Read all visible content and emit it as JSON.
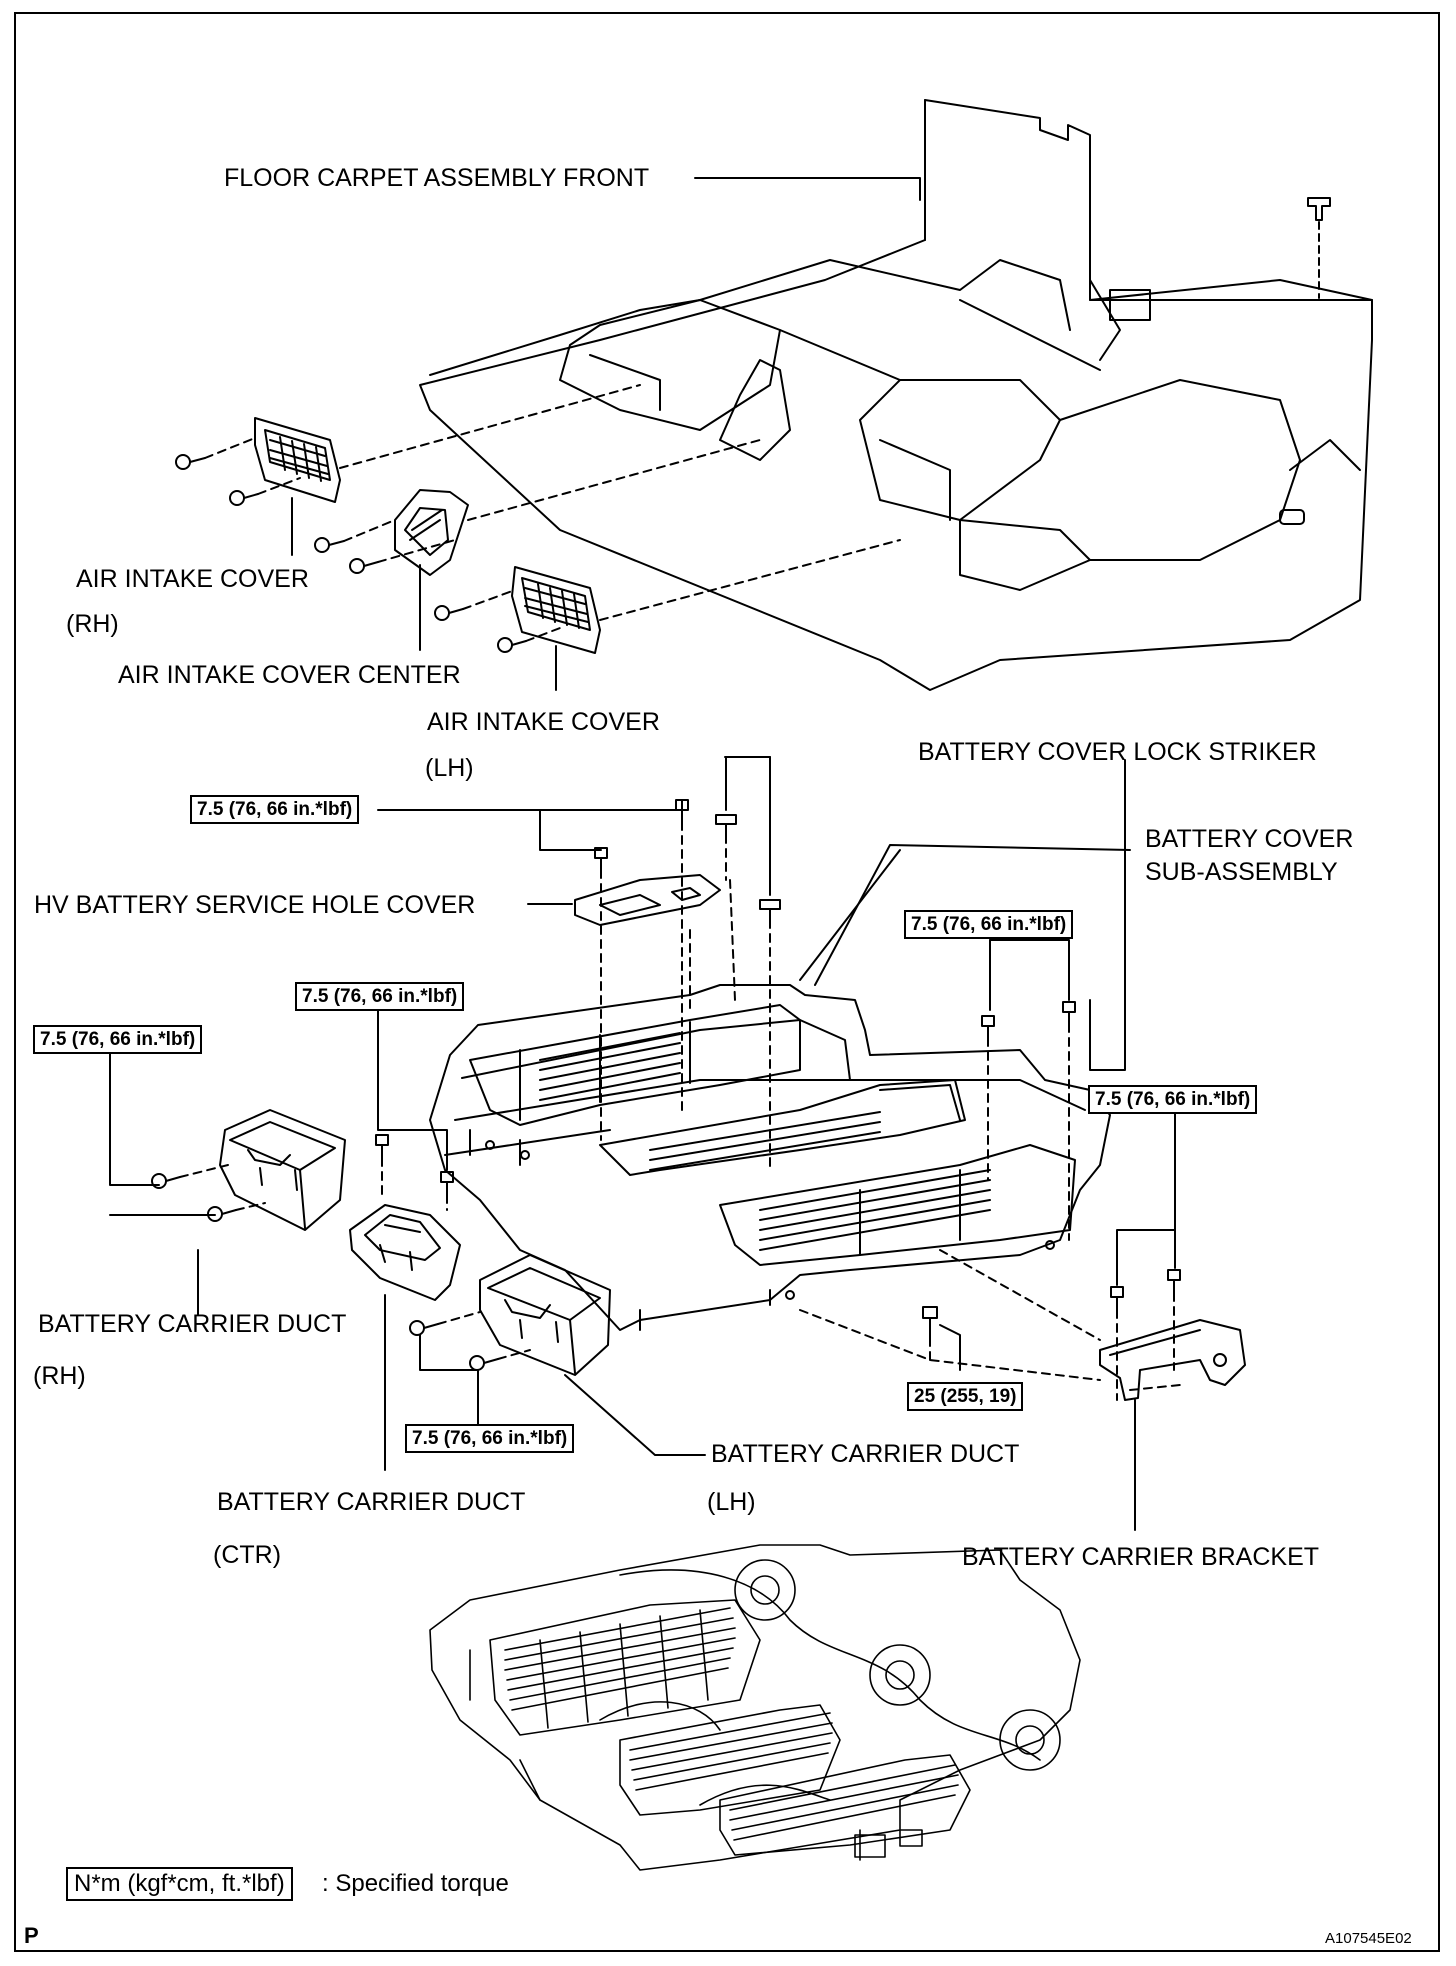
{
  "labels": {
    "floor_carpet": "FLOOR CARPET ASSEMBLY FRONT",
    "air_intake_rh_1": "AIR INTAKE COVER",
    "air_intake_rh_2": "(RH)",
    "air_intake_center": "AIR INTAKE COVER CENTER",
    "air_intake_lh_1": "AIR INTAKE COVER",
    "air_intake_lh_2": "(LH)",
    "lock_striker": "BATTERY COVER LOCK STRIKER",
    "battery_cover_1": "BATTERY COVER",
    "battery_cover_2": "SUB-ASSEMBLY",
    "service_hole_cover": "HV BATTERY SERVICE HOLE COVER",
    "duct_rh_1": "BATTERY CARRIER DUCT",
    "duct_rh_2": "(RH)",
    "duct_ctr_1": "BATTERY CARRIER DUCT",
    "duct_ctr_2": "(CTR)",
    "duct_lh_1": "BATTERY CARRIER DUCT",
    "duct_lh_2": "(LH)",
    "carrier_bracket": "BATTERY CARRIER BRACKET"
  },
  "torques": {
    "service_cover": "7.5 (76, 66 in.*lbf)",
    "cover_right": "7.5 (76, 66 in.*lbf)",
    "duct_ctr": "7.5 (76, 66 in.*lbf)",
    "duct_rh": "7.5 (76, 66 in.*lbf)",
    "bracket": "7.5 (76, 66 in.*lbf)",
    "duct_lh": "7.5 (76, 66 in.*lbf)",
    "carrier_bolt": "25 (255, 19)"
  },
  "legend": {
    "box": "N*m (kgf*cm, ft.*lbf)",
    "text": ": Specified torque"
  },
  "corner_left": "P",
  "figure_id": "A107545E02"
}
